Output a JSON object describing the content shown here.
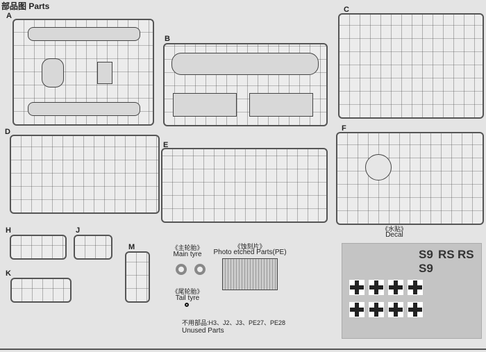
{
  "title": "部品图 Parts",
  "sprues": [
    {
      "label": "A"
    },
    {
      "label": "B"
    },
    {
      "label": "C"
    },
    {
      "label": "D"
    },
    {
      "label": "E"
    },
    {
      "label": "F"
    },
    {
      "label": "H"
    },
    {
      "label": "J"
    },
    {
      "label": "K"
    },
    {
      "label": "M"
    }
  ],
  "main_tyre": {
    "zh": "《主轮胎》",
    "en": "Main tyre"
  },
  "pe": {
    "zh": "《蚀刻片》",
    "en": "Photo etched Parts(PE)"
  },
  "tail_tyre": {
    "zh": "《尾轮胎》",
    "en": "Tail tyre"
  },
  "unused": {
    "zh": "不用部品:H3、J2、J3、PE27、PE28",
    "en": "Unused Parts"
  },
  "decal": {
    "zh": "《水贴》",
    "en": "Decal",
    "codes": [
      "S9",
      "RS",
      "RS",
      "S9"
    ]
  }
}
